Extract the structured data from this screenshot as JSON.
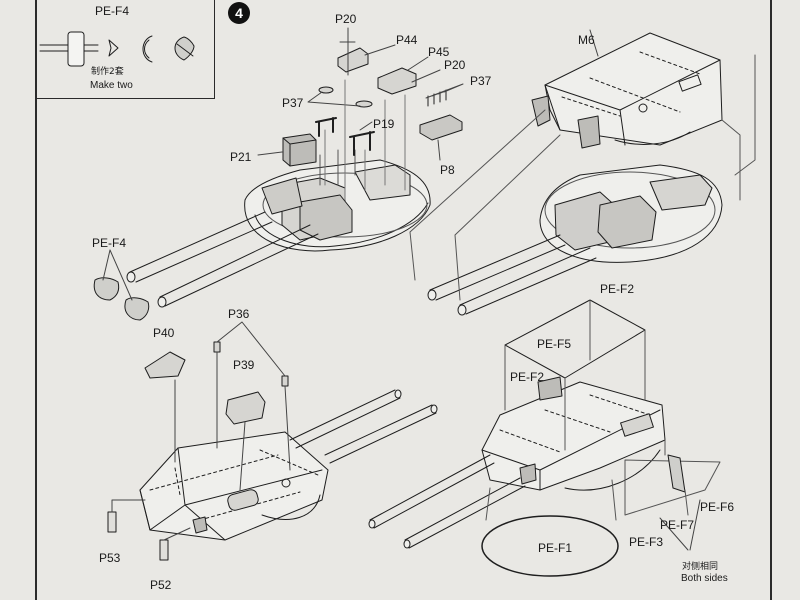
{
  "step": {
    "number": "4"
  },
  "inset": {
    "part": "PE-F4",
    "instruction_cn": "制作2套",
    "instruction_en": "Make two"
  },
  "labels": {
    "m6": "M6",
    "p20a": "P20",
    "p44": "P44",
    "p45": "P45",
    "p20b": "P20",
    "p37a": "P37",
    "p37b": "P37",
    "p19": "P19",
    "p21": "P21",
    "p8": "P8",
    "pef4": "PE-F4",
    "p40": "P40",
    "p36": "P36",
    "p39": "P39",
    "p53": "P53",
    "p52": "P52",
    "pef2a": "PE-F2",
    "pef5": "PE-F5",
    "pef2b": "PE-F2",
    "pef1": "PE-F1",
    "pef3": "PE-F3",
    "pef7": "PE-F7",
    "pef6": "PE-F6",
    "both_sides_cn": "对侧相同",
    "both_sides_en": "Both sides"
  },
  "colors": {
    "paper": "#e9e8e4",
    "line": "#1e1e1e",
    "shade": "#a9a8a4",
    "badge": "#111111"
  }
}
